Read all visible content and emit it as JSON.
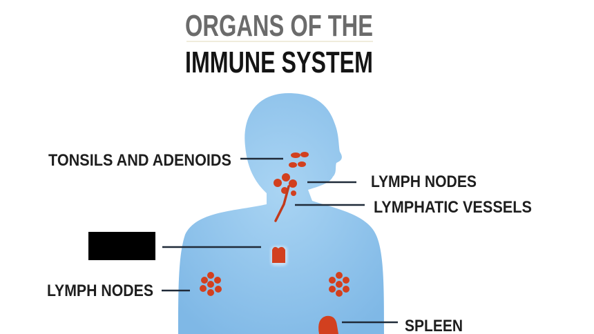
{
  "title": {
    "line1": "ORGANS OF THE",
    "line2": "IMMUNE SYSTEM"
  },
  "labels": {
    "tonsils": "TONSILS AND ADENOIDS",
    "lymph_nodes_neck": "LYMPH NODES",
    "lymphatic_vessels": "LYMPHATIC VESSELS",
    "lymph_nodes_armpit": "LYMPH NODES",
    "spleen": "SPLEEN"
  },
  "redacted_label": true,
  "colors": {
    "body": "#8cc3ec",
    "organ": "#d2401f",
    "title_grey": "#6b6b6b",
    "text": "#1e1e1e",
    "leader": "#1f2a38"
  }
}
